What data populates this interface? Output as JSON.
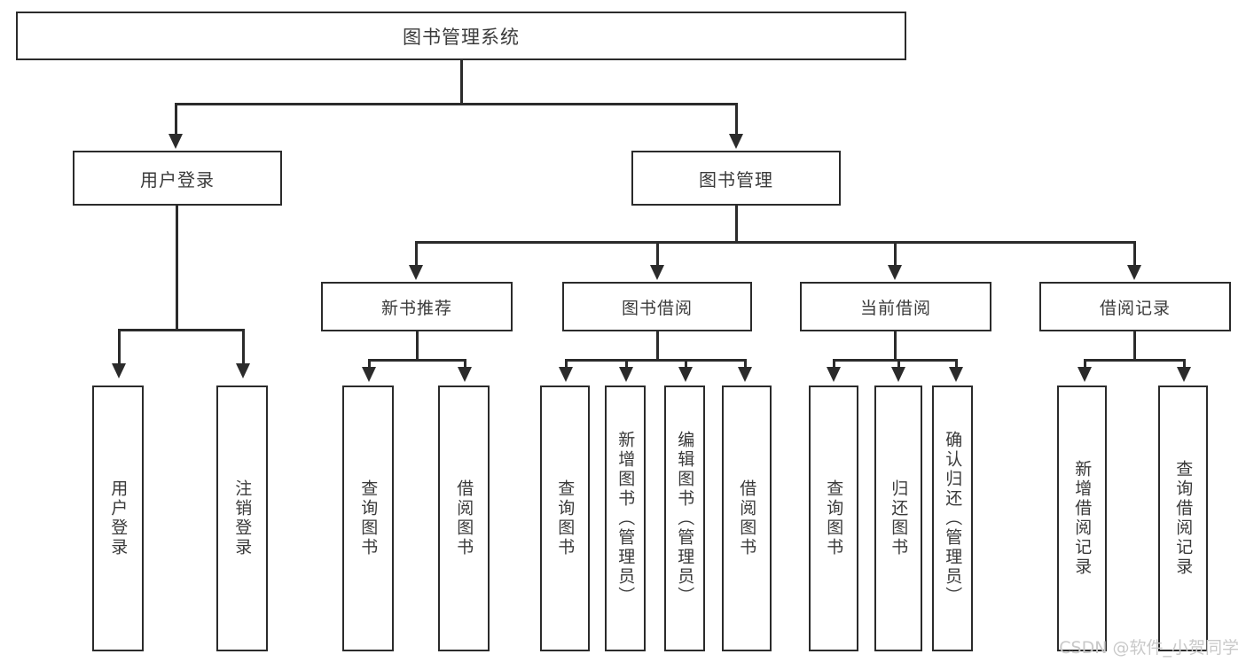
{
  "diagram": {
    "title": "图书管理系统",
    "type": "功能结构图",
    "colors": {
      "stroke": "#2b2b2b",
      "text": "#3a3a3a",
      "background": "#ffffff",
      "watermark": "#c9c9c9"
    }
  },
  "root": {
    "label": "图书管理系统"
  },
  "level2": [
    {
      "label": "用户登录"
    },
    {
      "label": "图书管理"
    }
  ],
  "level3": [
    {
      "label": "新书推荐"
    },
    {
      "label": "图书借阅"
    },
    {
      "label": "当前借阅"
    },
    {
      "label": "借阅记录"
    }
  ],
  "leaves": {
    "user_login": [
      {
        "label": "用户登录"
      },
      {
        "label": "注销登录"
      }
    ],
    "new_book": [
      {
        "label": "查询图书"
      },
      {
        "label": "借阅图书"
      }
    ],
    "book_borrow": [
      {
        "label": "查询图书"
      },
      {
        "label": "新增图书（管理员）"
      },
      {
        "label": "编辑图书（管理员）"
      },
      {
        "label": "借阅图书"
      }
    ],
    "current_borrow": [
      {
        "label": "查询图书"
      },
      {
        "label": "归还图书"
      },
      {
        "label": "确认归还（管理员）"
      }
    ],
    "borrow_record": [
      {
        "label": "新增借阅记录"
      },
      {
        "label": "查询借阅记录"
      }
    ]
  },
  "watermark": {
    "text": "CSDN @软件_小贺同学"
  }
}
